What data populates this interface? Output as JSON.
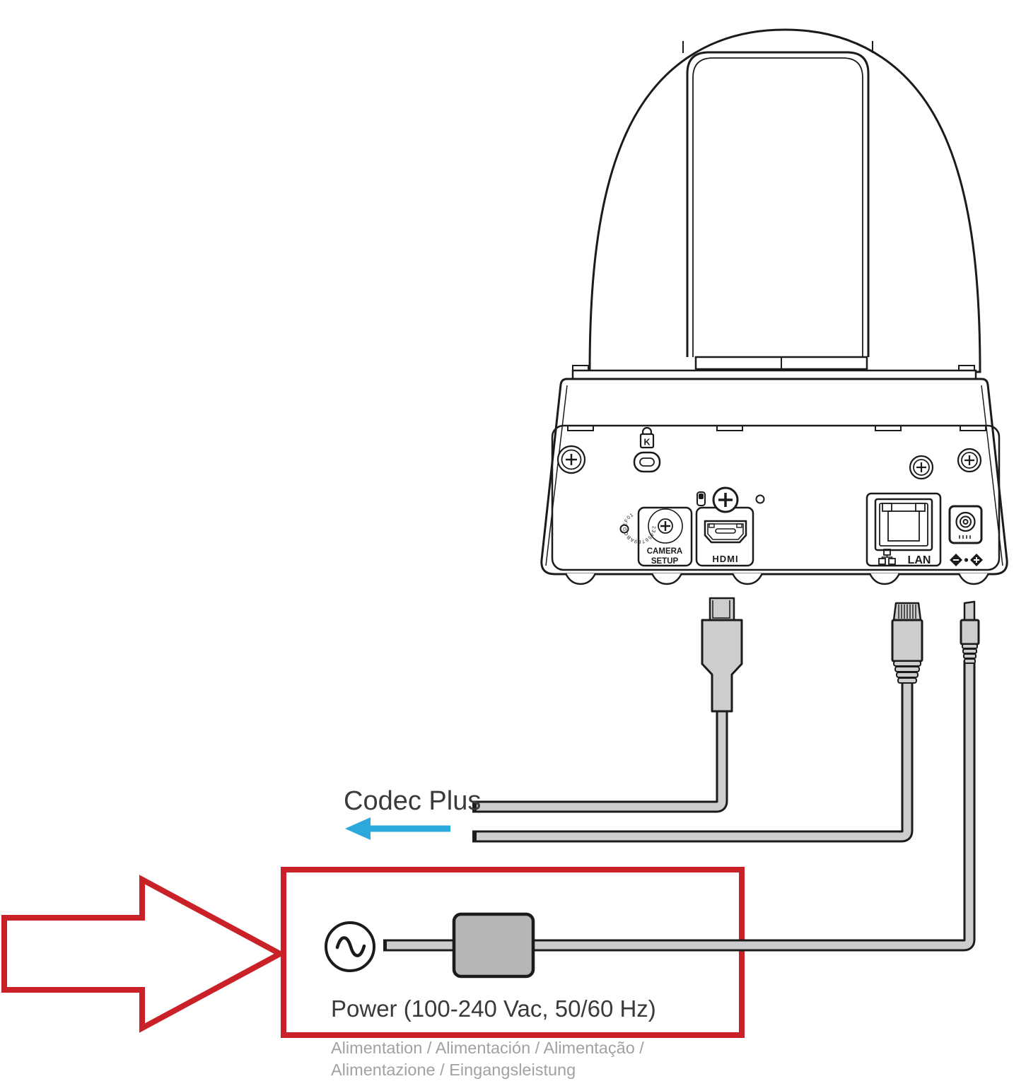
{
  "labels": {
    "codec_plus": "Codec Plus",
    "power": "Power (100-240 Vac, 50/60 Hz)",
    "power_translations_line1": "Alimentation / Alimentación / Alimentação /",
    "power_translations_line2": "Alimentazione / Eingangsleistung"
  },
  "camera_back_panel": {
    "camera_setup": {
      "label_line1": "CAMERA",
      "label_line2": "SETUP",
      "dial_digits": "23456789ABCDEF01"
    },
    "hdmi_port_label": "HDMI",
    "lan_port_label": "LAN",
    "kensington_lock_label": "K"
  },
  "colors": {
    "highlight_red": "#C92127",
    "arrow_blue": "#2BA8DC",
    "cable_gray": "#CDCDCD",
    "adapter_gray": "#B6B6B6",
    "line_dark": "#1B1B1B",
    "text_dark": "#3A3A3A",
    "text_muted": "#A1A1A1"
  }
}
